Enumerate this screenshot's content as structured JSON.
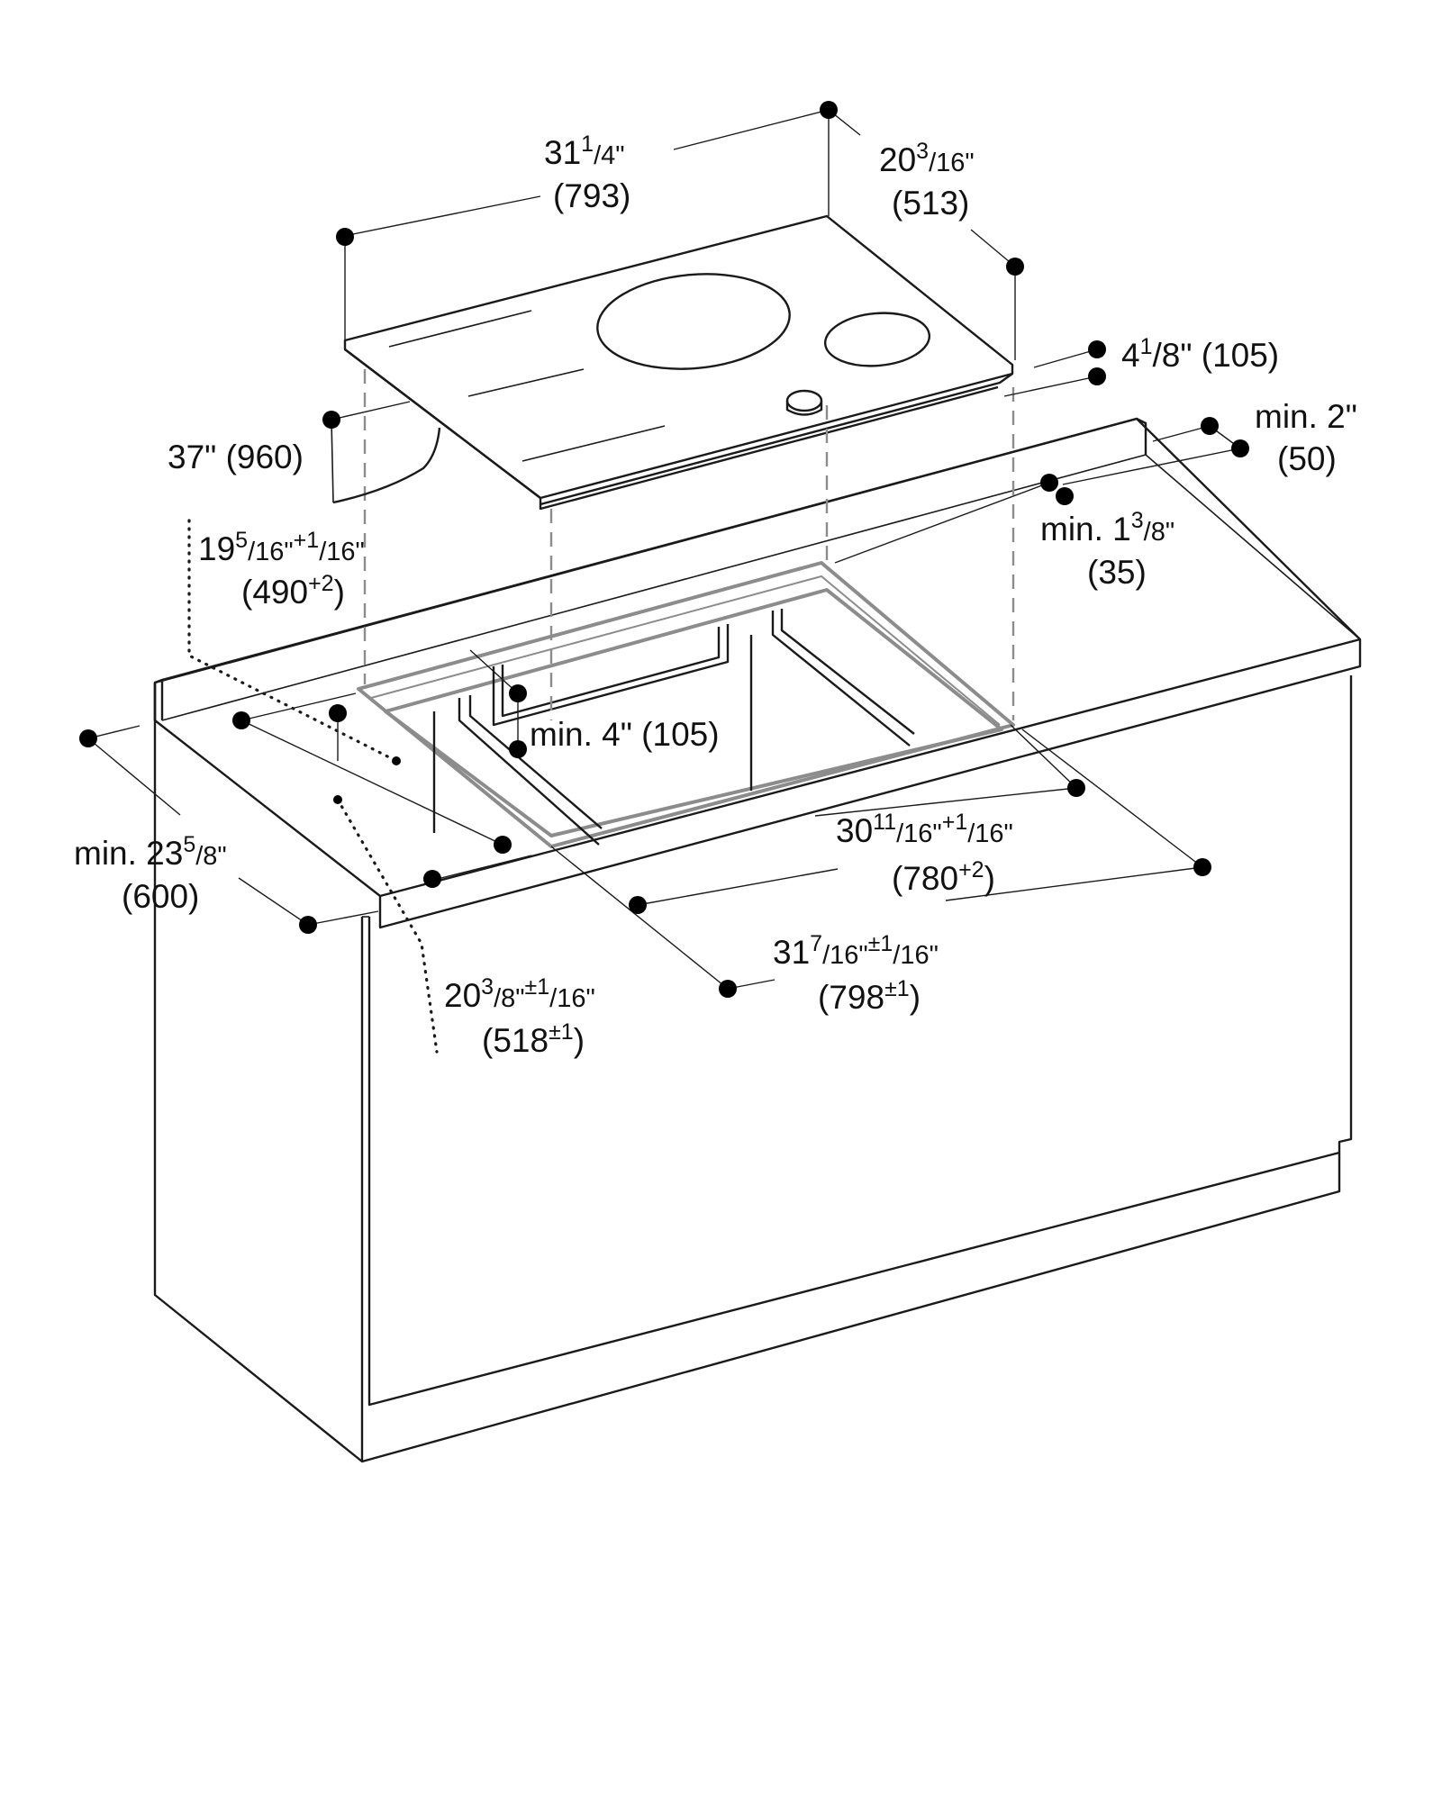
{
  "labels": {
    "hob_width": {
      "l1": "31",
      "sup": "1",
      "frac": "/4\"",
      "l2": "(793)"
    },
    "hob_depth": {
      "l1": "20",
      "sup": "3",
      "frac": "/16\"",
      "l2": "(513)"
    },
    "hob_height": {
      "main": "4",
      "sup": "1",
      "frac": "/8\" (105)"
    },
    "min_back": {
      "l1": "min. 2\"",
      "l2": "(50)"
    },
    "min_front": {
      "l1": "min. 1",
      "sup": "3",
      "frac": "/8\"",
      "l2": "(35)"
    },
    "wall_height": {
      "text": "37\" (960)"
    },
    "cut_depth_upper": {
      "l1": "19",
      "sup": "5",
      "frac": "/16\"",
      "sup2": "+1",
      "frac2": "/16\"",
      "l2a": "(490",
      "l2sup": "+2",
      "l2b": ")"
    },
    "min_side": {
      "text": "min. 4\" (105)"
    },
    "cut_width": {
      "l1": "30",
      "sup": "11",
      "frac": "/16\"",
      "sup2": "+1",
      "frac2": "/16\"",
      "l2a": "(780",
      "l2sup": "+2",
      "l2b": ")"
    },
    "counter_depth": {
      "l1": "min. 23",
      "sup": "5",
      "frac": "/8\"",
      "l2": "(600)"
    },
    "cut_depth_lower": {
      "l1": "20",
      "sup": "3",
      "frac": "/8\"",
      "sup2": "±1",
      "frac2": "/16\"",
      "l2a": "(518",
      "l2sup": "±1",
      "l2b": ")"
    },
    "outer_width": {
      "l1": "31",
      "sup": "7",
      "frac": "/16\"",
      "sup2": "±1",
      "frac2": "/16\"",
      "l2a": "(798",
      "l2sup": "±1",
      "l2b": ")"
    }
  },
  "colors": {
    "line": "#1a1a1a",
    "cutout": "#8c8c8c",
    "dot": "#000000"
  }
}
